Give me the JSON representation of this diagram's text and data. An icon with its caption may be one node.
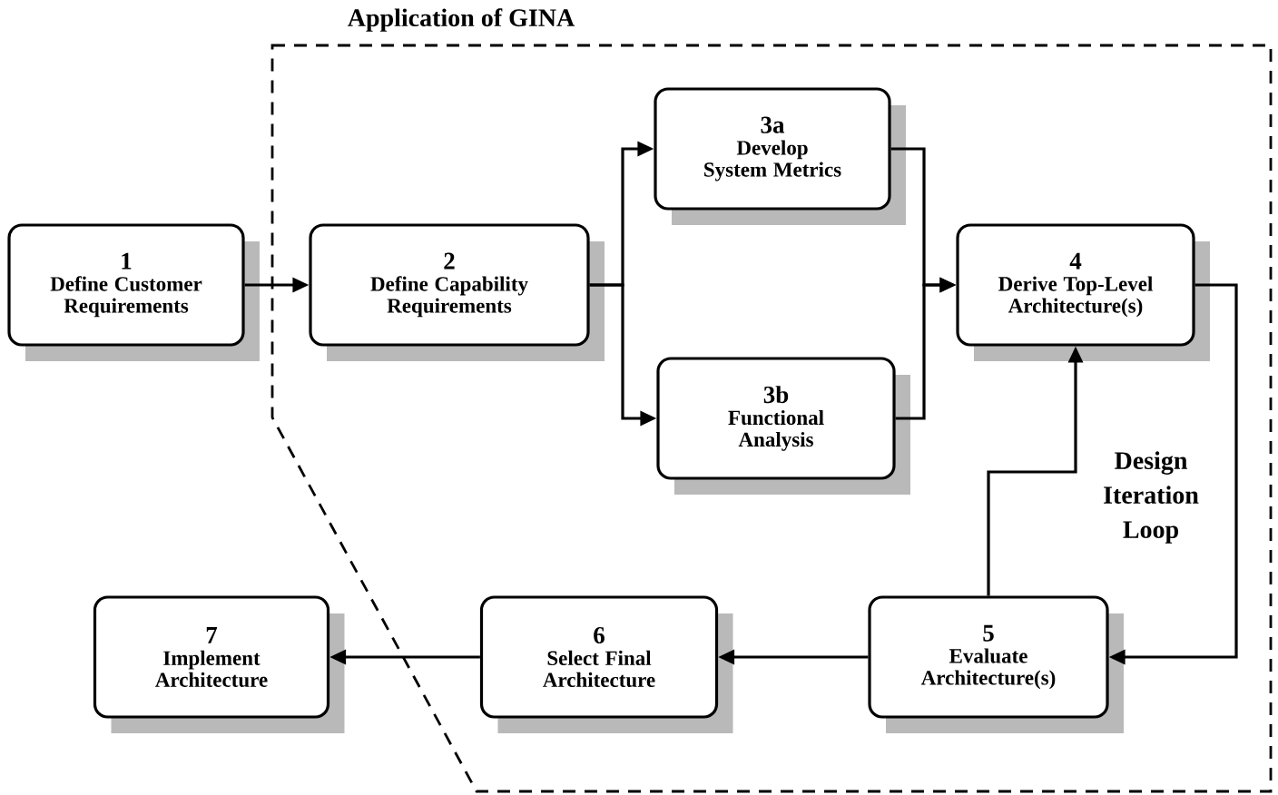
{
  "diagram": {
    "nodes": [
      {
        "text": [
          "Application of GINA"
        ]
      },
      {
        "text": [
          "1",
          "Define Customer Requirements"
        ]
      },
      {
        "text": [
          "2",
          "Define  Capability Requirements"
        ],
        "in": 0
      },
      {
        "text": [
          "3a",
          "Develop System Metrics"
        ],
        "in": 0
      },
      {
        "text": [
          "3b",
          "Functional Analysis"
        ],
        "in": 0
      },
      {
        "text": [
          "4",
          "Derive Top-Level Architecture(s)"
        ],
        "in": 0
      },
      {
        "text": [
          "5",
          "Evaluate Architecture(s)"
        ],
        "in": 0
      },
      {
        "text": [
          "6",
          "Select Final Architecture"
        ],
        "in": 0
      },
      {
        "text": [
          "7",
          "Implement Architecture"
        ]
      }
    ],
    "edges": [
      {
        "from": 1,
        "to": 2,
        "arrow": "to"
      },
      {
        "from": 2,
        "to": 3,
        "arrow": "to"
      },
      {
        "from": 2,
        "to": 4,
        "arrow": "to"
      },
      {
        "from": 3,
        "to": 5,
        "arrow": "to"
      },
      {
        "from": 4,
        "to": 5,
        "arrow": "to"
      },
      {
        "from": 5,
        "to": 6,
        "arrow": "to"
      },
      {
        "from": 6,
        "to": 5,
        "arrow": "to"
      },
      {
        "from": 6,
        "to": 7,
        "arrow": "to"
      },
      {
        "from": 7,
        "to": 8,
        "arrow": "to"
      }
    ],
    "labels": [
      "Design Iteration Loop"
    ]
  }
}
